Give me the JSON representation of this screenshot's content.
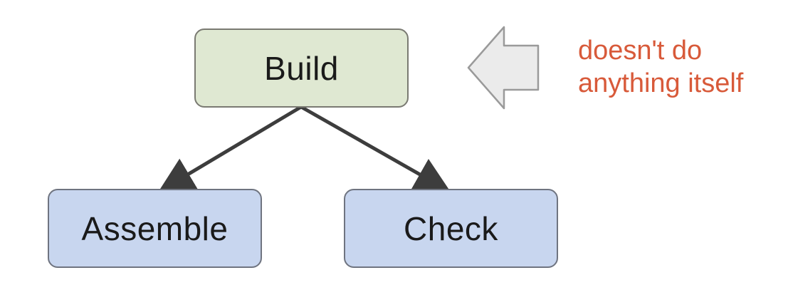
{
  "diagram": {
    "nodes": {
      "build": "Build",
      "assemble": "Assemble",
      "check": "Check"
    },
    "edges": [
      {
        "from": "build",
        "to": "assemble"
      },
      {
        "from": "build",
        "to": "check"
      }
    ],
    "callout": {
      "line1": "doesn't do",
      "line2": "anything itself",
      "color": "#d85a3a",
      "points_to": "build"
    },
    "colors": {
      "build_fill": "#dfe8d2",
      "child_fill": "#c8d6ef",
      "edge": "#3d3d3d"
    }
  }
}
